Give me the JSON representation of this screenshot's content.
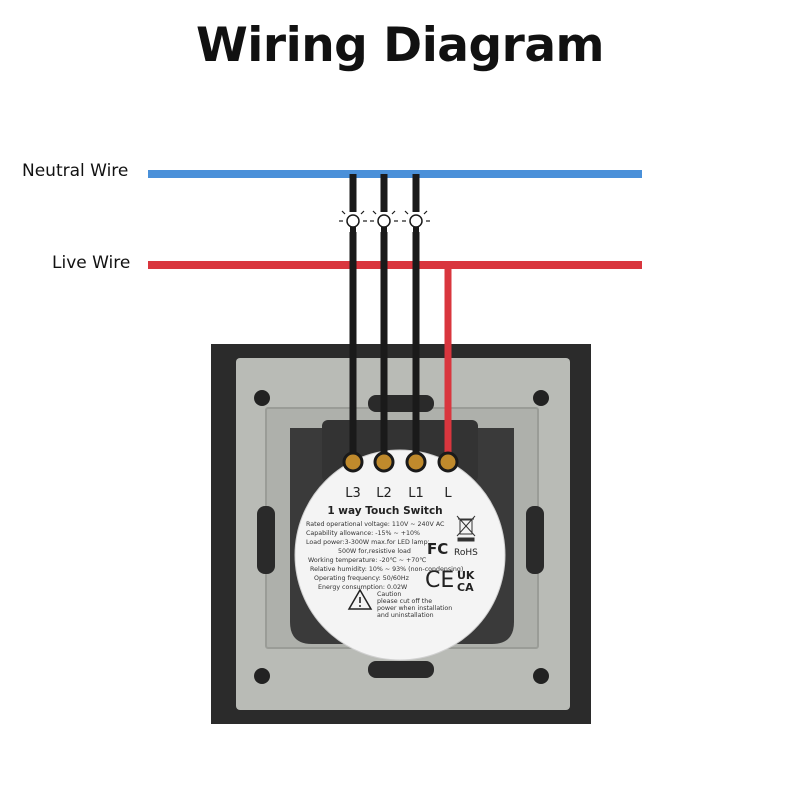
{
  "title": "Wiring Diagram",
  "wires": {
    "neutral_label": "Neutral Wire",
    "live_label": "Live Wire",
    "neutral_color": "#4a90d9",
    "live_color": "#d9363e",
    "load_color": "#1a1a1a"
  },
  "terminals": [
    "L3",
    "L2",
    "L1",
    "L"
  ],
  "module": {
    "heading": "1 way Touch Switch",
    "specs": [
      "Rated operational voltage: 110V ~ 240V AC",
      "Capability allowance: -15% ~ +10%",
      "Load power:3-300W max.for LED lamp;",
      "500W for,resistive load",
      "Working temperature: -20℃ ~ +70℃",
      "Relative humidity: 10% ~ 93% (non-condensing)",
      "Operating frequency: 50/60Hz",
      "Energy consumption: 0.02W"
    ],
    "caution": [
      "Caution",
      "please cut off the",
      "power when installation",
      "and uninstallation"
    ],
    "marks": {
      "fc": "FC",
      "rohs": "RoHS",
      "ce": "CE",
      "ukca_1": "UK",
      "ukca_2": "CA"
    }
  },
  "icons": [
    "lightbulb-icon",
    "weee-bin-icon",
    "warning-icon"
  ],
  "colors": {
    "plate": "#2b2b2b",
    "plate_inner": "#b9bbb6",
    "module_body": "#3a3a3a",
    "module_label": "#f4f4f4",
    "terminal": "#c08a2c"
  }
}
